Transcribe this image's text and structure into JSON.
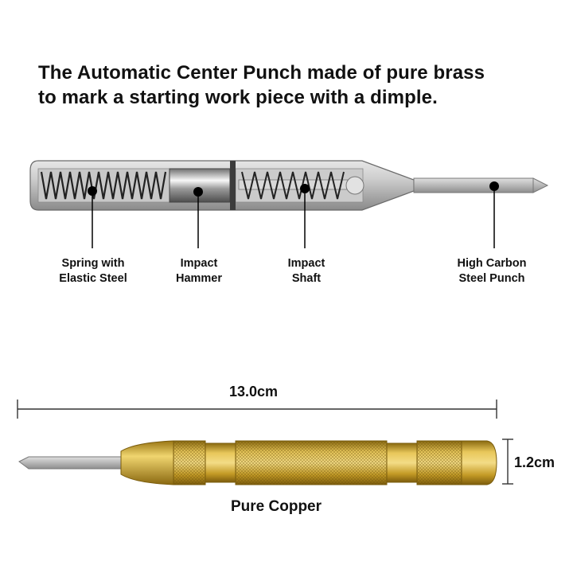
{
  "headline": {
    "line1": "The Automatic Center Punch made of pure brass",
    "line2": "to mark a starting work piece with a dimple."
  },
  "parts": [
    {
      "line1": "Spring with",
      "line2": "Elastic Steel"
    },
    {
      "line1": "Impact",
      "line2": "Hammer"
    },
    {
      "line1": "Impact",
      "line2": "Shaft"
    },
    {
      "line1": "High Carbon",
      "line2": "Steel Punch"
    }
  ],
  "dimensions": {
    "length": "13.0cm",
    "diameter": "1.2cm"
  },
  "caption": "Pure Copper",
  "colors": {
    "brass": "#c9a227",
    "steel": "#b4b4b4"
  }
}
